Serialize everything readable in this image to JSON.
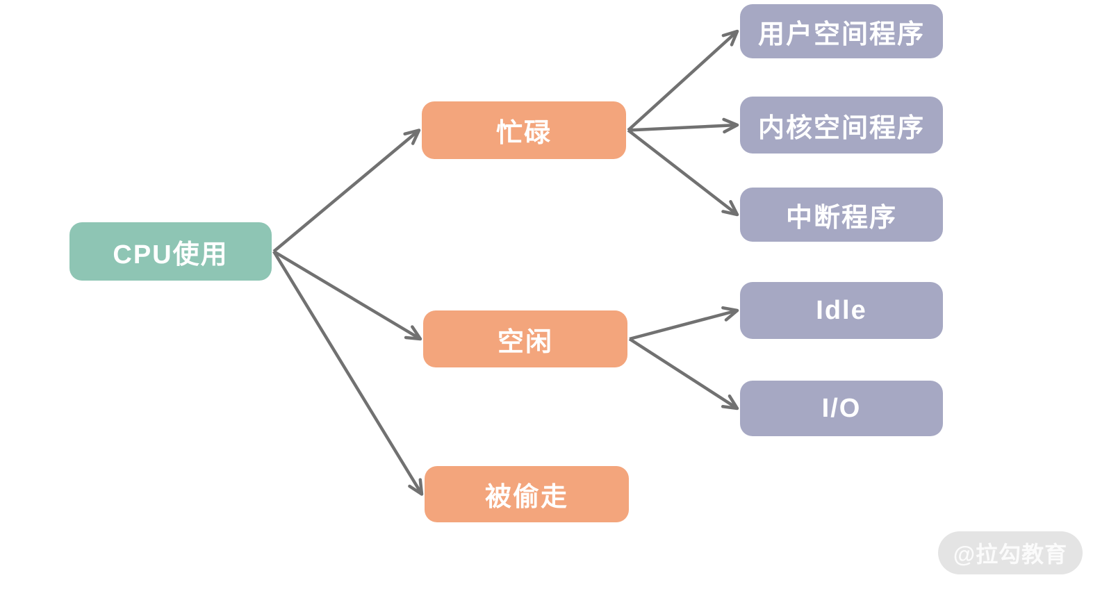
{
  "diagram": {
    "type": "tree-flowchart",
    "palette": {
      "background": "#FFFFFF",
      "root_node": "#8EC5B4",
      "branch_node": "#F3A57C",
      "leaf_node": "#A6A8C3",
      "node_text": "#FFFFFF",
      "arrow": "#717171",
      "watermark_bg": "#E4E4E4",
      "watermark_text": "#FBFBFB"
    },
    "nodes": [
      {
        "id": "cpu",
        "label": "CPU使用",
        "role": "root"
      },
      {
        "id": "busy",
        "label": "忙碌",
        "role": "branch"
      },
      {
        "id": "idle",
        "label": "空闲",
        "role": "branch"
      },
      {
        "id": "stolen",
        "label": "被偷走",
        "role": "branch"
      },
      {
        "id": "user-space",
        "label": "用户空间程序",
        "role": "leaf"
      },
      {
        "id": "kernel-space",
        "label": "内核空间程序",
        "role": "leaf"
      },
      {
        "id": "interrupt",
        "label": "中断程序",
        "role": "leaf"
      },
      {
        "id": "idle-leaf",
        "label": "Idle",
        "role": "leaf"
      },
      {
        "id": "io",
        "label": "I/O",
        "role": "leaf"
      }
    ],
    "edges": [
      {
        "from": "cpu",
        "to": "busy"
      },
      {
        "from": "cpu",
        "to": "idle"
      },
      {
        "from": "cpu",
        "to": "stolen"
      },
      {
        "from": "busy",
        "to": "user-space"
      },
      {
        "from": "busy",
        "to": "kernel-space"
      },
      {
        "from": "busy",
        "to": "interrupt"
      },
      {
        "from": "idle",
        "to": "idle-leaf"
      },
      {
        "from": "idle",
        "to": "io"
      }
    ],
    "watermark": {
      "text": "@拉勾教育"
    }
  }
}
